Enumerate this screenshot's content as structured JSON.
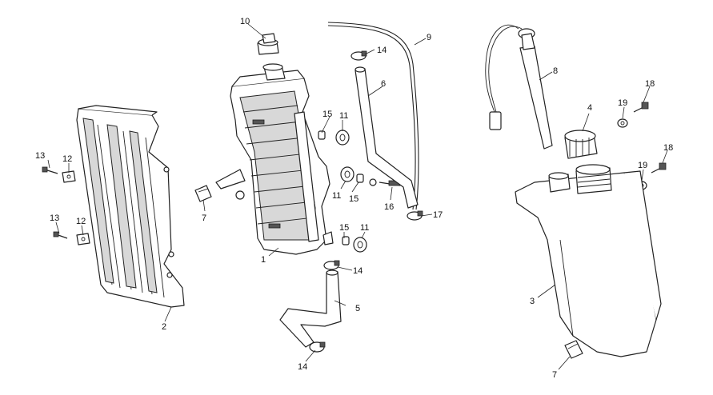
{
  "diagram": {
    "labels": [
      "1",
      "2",
      "3",
      "4",
      "5",
      "6",
      "7",
      "7",
      "8",
      "9",
      "10",
      "11",
      "11",
      "11",
      "12",
      "12",
      "13",
      "13",
      "14",
      "14",
      "14",
      "15",
      "15",
      "15",
      "16",
      "17",
      "18",
      "18",
      "19",
      "19"
    ]
  },
  "colors": {
    "line": "#222222",
    "background": "#ffffff",
    "shade": "#d8d8d8"
  }
}
